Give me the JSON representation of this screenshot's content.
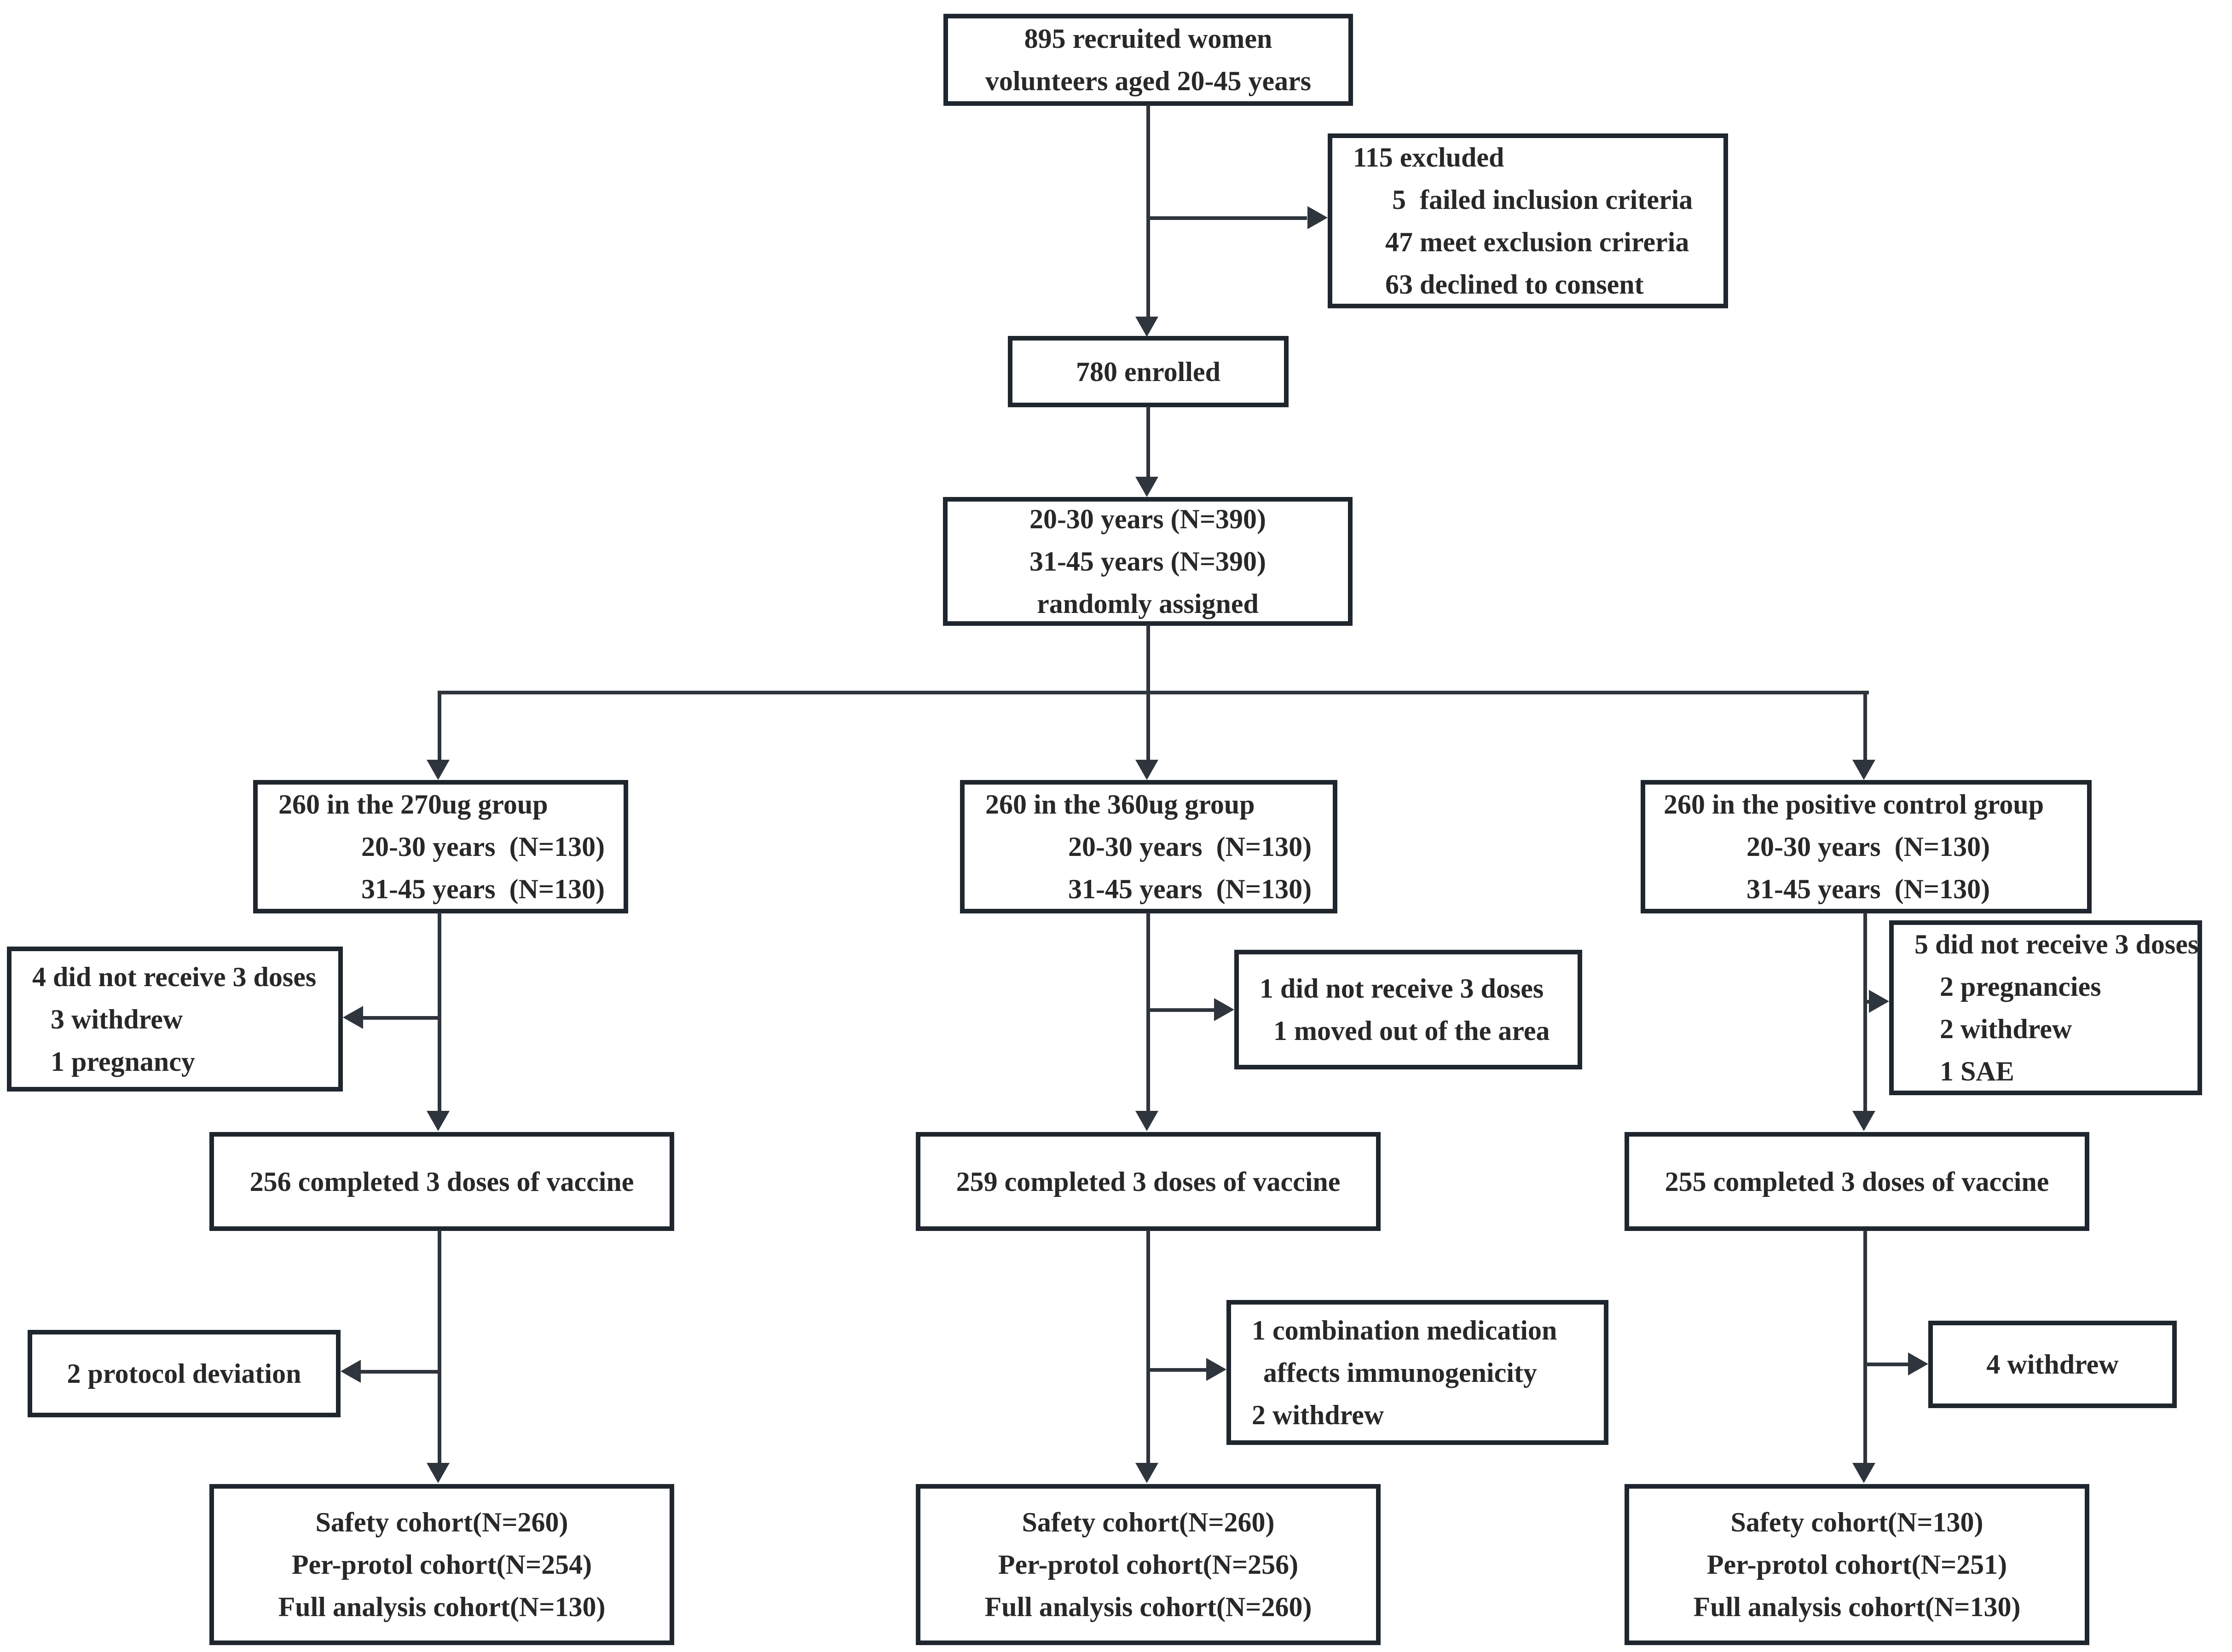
{
  "colors": {
    "border": "#1f262e",
    "line": "#2f353d",
    "text": "#282828",
    "background": "#ffffff"
  },
  "boxes": {
    "recruited": {
      "lines": [
        "895 recruited women",
        "volunteers aged 20-45 years"
      ]
    },
    "excluded": {
      "lines": [
        "115 excluded",
        "5  failed inclusion criteria",
        "47 meet exclusion crireria",
        "63 declined to consent"
      ]
    },
    "enrolled": {
      "lines": [
        "780 enrolled"
      ]
    },
    "randomized": {
      "lines": [
        "20-30 years (N=390)",
        "31-45 years (N=390)",
        "randomly assigned"
      ]
    },
    "group270": {
      "lines": [
        "260 in the 270ug group",
        "20-30 years  (N=130)",
        "31-45 years  (N=130)"
      ]
    },
    "group360": {
      "lines": [
        "260 in the 360ug group",
        "20-30 years  (N=130)",
        "31-45 years  (N=130)"
      ]
    },
    "groupCtrl": {
      "lines": [
        "260 in the positive control group",
        "20-30 years  (N=130)",
        "31-45 years  (N=130)"
      ]
    },
    "drop270": {
      "lines": [
        "4 did not receive 3 doses",
        "3 withdrew",
        "1 pregnancy"
      ]
    },
    "drop360": {
      "lines": [
        "1 did not receive 3 doses",
        "1 moved out of the area"
      ]
    },
    "dropCtrl": {
      "lines": [
        "5 did not receive 3 doses",
        "2 pregnancies",
        "2 withdrew",
        "1 SAE"
      ]
    },
    "comp270": {
      "lines": [
        "256 completed 3 doses of vaccine"
      ]
    },
    "comp360": {
      "lines": [
        "259 completed 3 doses of vaccine"
      ]
    },
    "compCtrl": {
      "lines": [
        "255 completed 3 doses of vaccine"
      ]
    },
    "dev270": {
      "lines": [
        "2 protocol deviation"
      ]
    },
    "dev360": {
      "lines": [
        "1 combination medication",
        "affects immunogenicity",
        "2 withdrew"
      ]
    },
    "devCtrl": {
      "lines": [
        "4 withdrew"
      ]
    },
    "cohort270": {
      "lines": [
        "Safety cohort(N=260)",
        "Per-protol cohort(N=254)",
        "Full analysis cohort(N=130)"
      ]
    },
    "cohort360": {
      "lines": [
        "Safety cohort(N=260)",
        "Per-protol cohort(N=256)",
        "Full analysis cohort(N=260)"
      ]
    },
    "cohortCtrl": {
      "lines": [
        "Safety cohort(N=130)",
        "Per-protol cohort(N=251)",
        "Full analysis cohort(N=130)"
      ]
    }
  }
}
